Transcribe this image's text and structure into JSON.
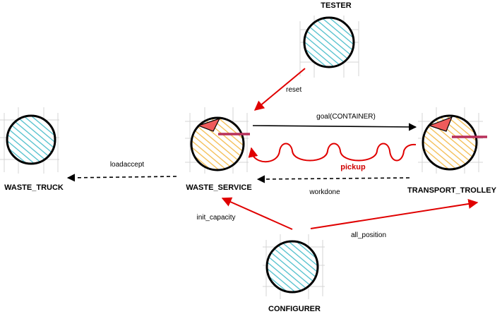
{
  "colors": {
    "actor_fill": "#4fbfcc",
    "active_fill": "#f4c05a",
    "arrow_red": "#e00000",
    "pickup_red": "#d00000",
    "black": "#000000",
    "grid": "#d4d4d4"
  },
  "nodes": {
    "tester": "TESTER",
    "waste_truck": "WASTE_TRUCK",
    "waste_service": "WASTE_SERVICE",
    "transport_trolley": "TRANSPORT_TROLLEY",
    "configurer": "CONFIGURER"
  },
  "edges": {
    "reset": "reset",
    "goal": "goal(CONTAINER)",
    "pickup": "pickup",
    "loadaccept": "loadaccept",
    "workdone": "workdone",
    "init_capacity": "init_capacity",
    "all_position": "all_position"
  }
}
